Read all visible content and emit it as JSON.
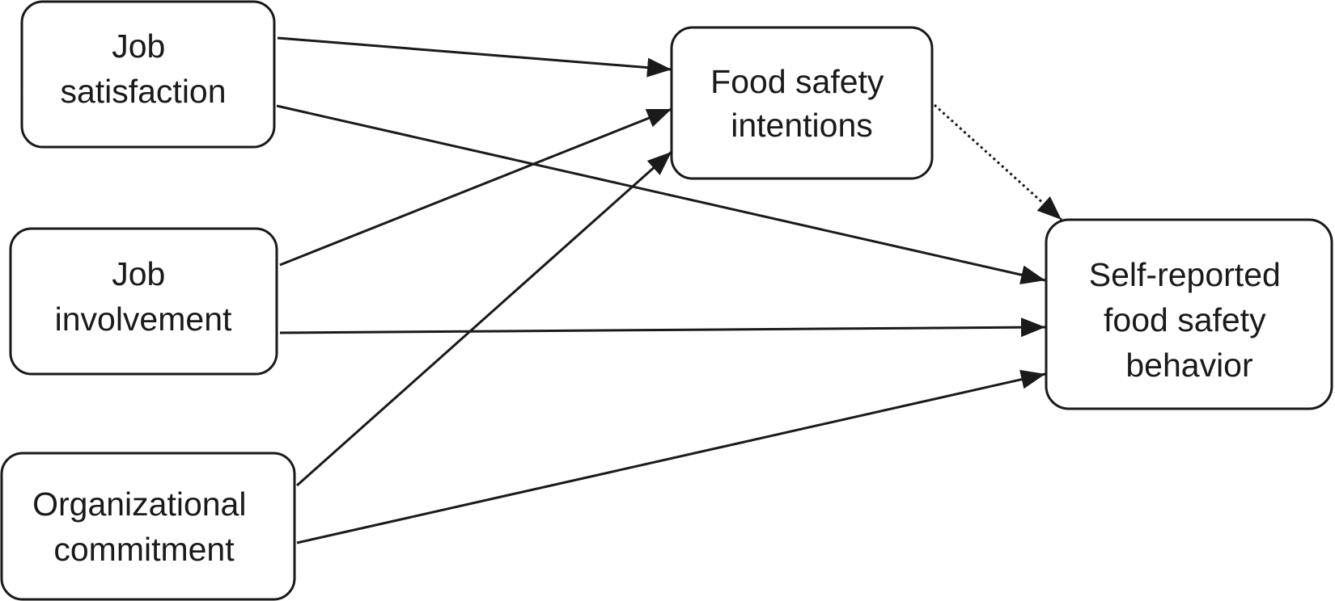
{
  "diagram": {
    "nodes": [
      {
        "id": "job_satisfaction",
        "lines": [
          "Job",
          "satisfaction"
        ]
      },
      {
        "id": "job_involvement",
        "lines": [
          "Job",
          "involvement"
        ]
      },
      {
        "id": "organizational_commitment",
        "lines": [
          "Organizational",
          "commitment"
        ]
      },
      {
        "id": "food_safety_intentions",
        "lines": [
          "Food safety",
          "intentions"
        ]
      },
      {
        "id": "self_reported_behavior",
        "lines": [
          "Self-reported",
          "food safety",
          "behavior"
        ]
      }
    ],
    "edges": [
      {
        "from": "job_satisfaction",
        "to": "food_safety_intentions",
        "style": "solid"
      },
      {
        "from": "job_satisfaction",
        "to": "self_reported_behavior",
        "style": "solid"
      },
      {
        "from": "job_involvement",
        "to": "food_safety_intentions",
        "style": "solid"
      },
      {
        "from": "job_involvement",
        "to": "self_reported_behavior",
        "style": "solid"
      },
      {
        "from": "organizational_commitment",
        "to": "food_safety_intentions",
        "style": "solid"
      },
      {
        "from": "organizational_commitment",
        "to": "self_reported_behavior",
        "style": "solid"
      },
      {
        "from": "food_safety_intentions",
        "to": "self_reported_behavior",
        "style": "dotted"
      }
    ],
    "colors": {
      "stroke": "#1a1a1a",
      "background": "#ffffff"
    }
  }
}
